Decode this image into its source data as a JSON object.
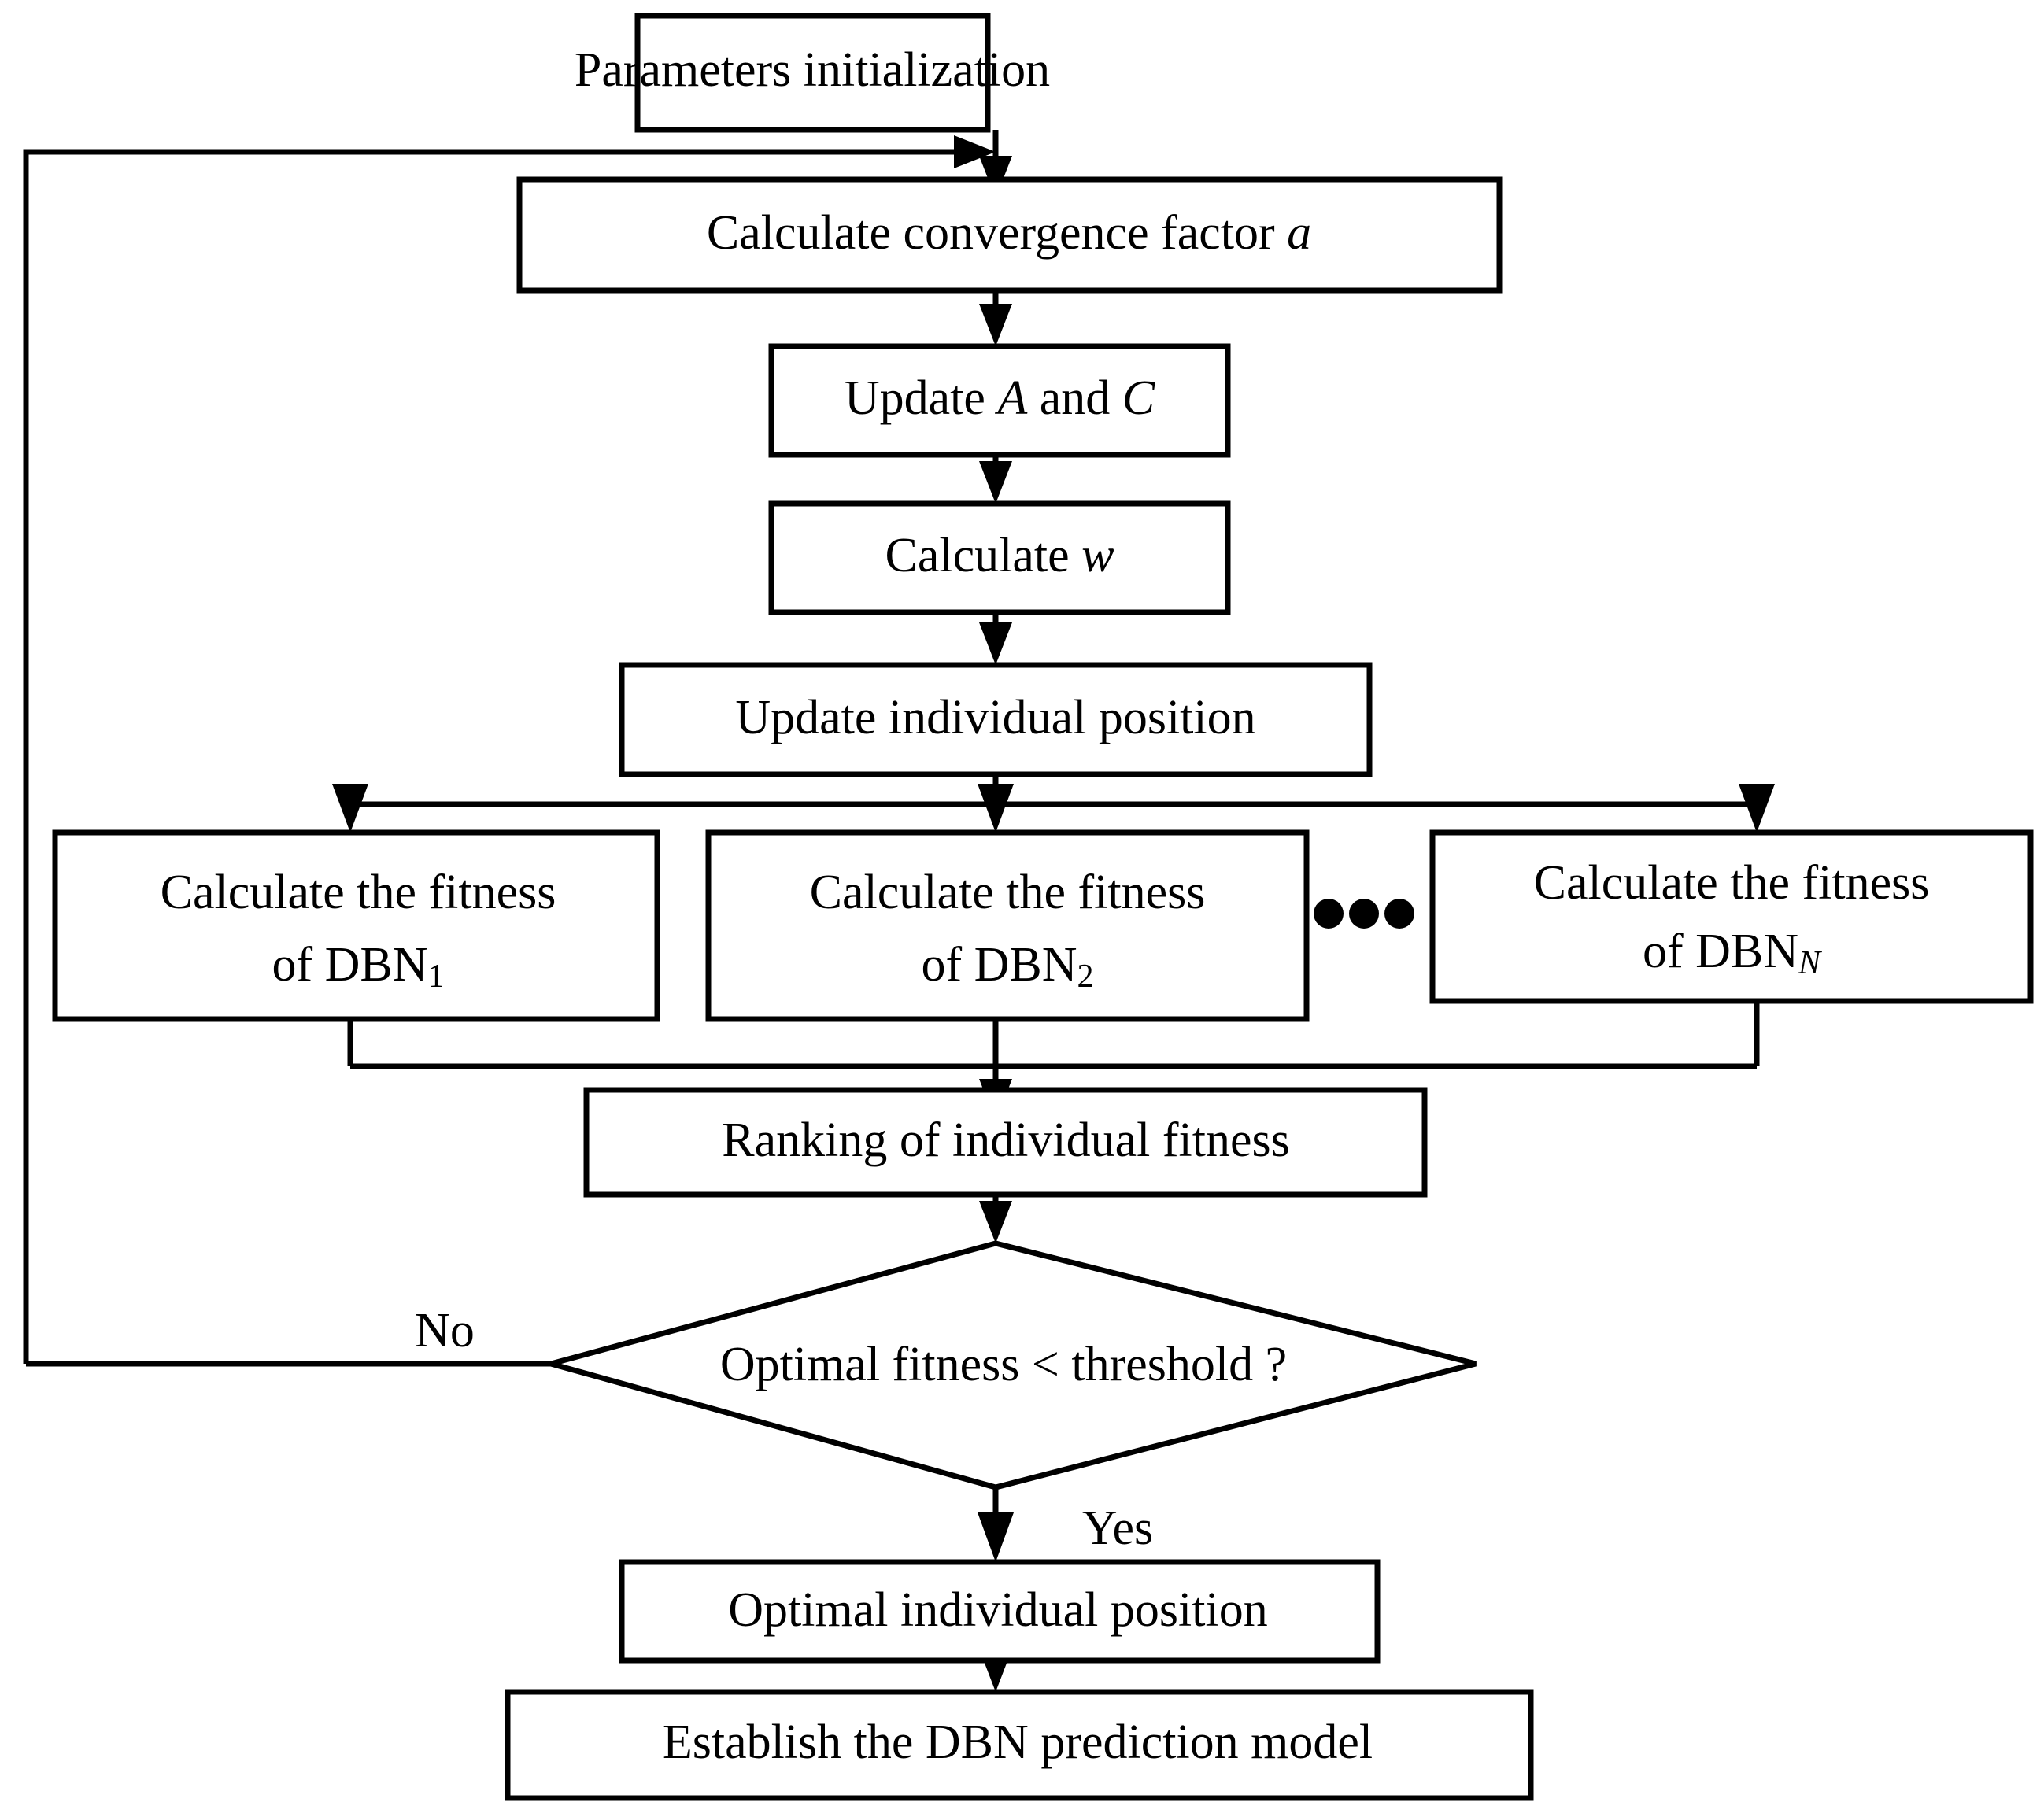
{
  "diagram": {
    "title": "Flowchart of the improved whale optimization algorithm optimizing a DBN prediction model",
    "nodes": {
      "params_init": {
        "label": "Parameters initialization",
        "shape": "rect"
      },
      "calc_conv": {
        "label_prefix": "Calculate convergence factor ",
        "label_var": "a",
        "shape": "rect"
      },
      "update_ac": {
        "label_prefix": "Update ",
        "label_var1": "A",
        "label_mid": " and ",
        "label_var2": "C",
        "shape": "rect"
      },
      "calc_w": {
        "label_prefix": "Calculate ",
        "label_var": "w",
        "shape": "rect"
      },
      "update_pos": {
        "label": "Update individual position",
        "shape": "rect"
      },
      "fitness_1": {
        "line1": "Calculate the fitness",
        "line2_prefix": "of DBN",
        "line2_sub": "1",
        "shape": "rect"
      },
      "fitness_2": {
        "line1": "Calculate the fitness",
        "line2_prefix": "of DBN",
        "line2_sub": "2",
        "shape": "rect"
      },
      "fitness_n": {
        "line1": "Calculate the fitness",
        "line2_prefix": "of DBN",
        "line2_sub": "N",
        "shape": "rect"
      },
      "ellipsis": {
        "label": "•••",
        "shape": "dots"
      },
      "ranking": {
        "label": "Ranking of individual fitness",
        "shape": "rect"
      },
      "decision": {
        "label": "Optimal fitness < threshold ?",
        "shape": "diamond"
      },
      "optimal_pos": {
        "label": "Optimal individual position",
        "shape": "rect"
      },
      "establish": {
        "label": "Establish the DBN prediction model",
        "shape": "rect"
      }
    },
    "edge_labels": {
      "no": "No",
      "yes": "Yes"
    },
    "colors": {
      "stroke": "#000000",
      "fill": "#ffffff",
      "text": "#000000"
    }
  }
}
